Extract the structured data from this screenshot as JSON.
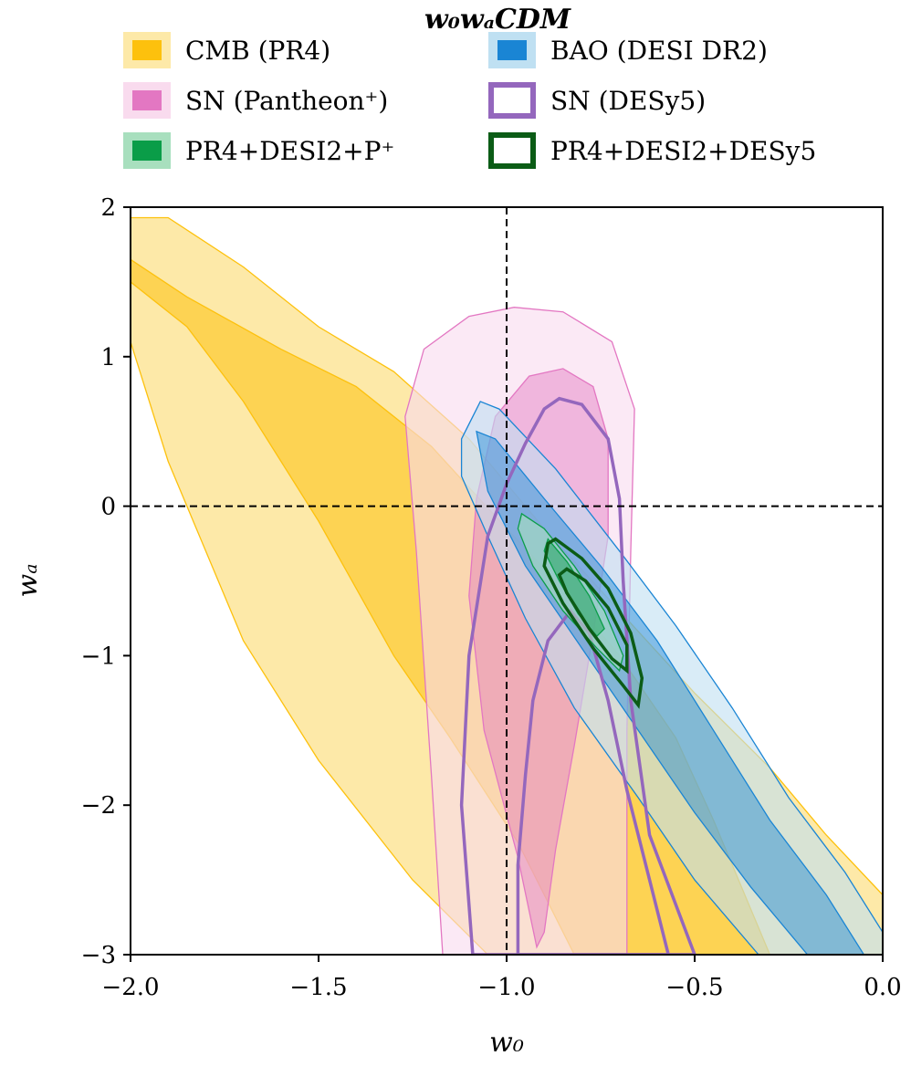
{
  "chart_data": {
    "type": "contour",
    "title": "w₀wₐCDM",
    "xlabel": "w₀",
    "ylabel": "wₐ",
    "xlim": [
      -2.0,
      0.0
    ],
    "ylim": [
      -3,
      2
    ],
    "xticks": [
      "−2.0",
      "−1.5",
      "−1.0",
      "−0.5",
      "0.0"
    ],
    "xtick_values": [
      -2.0,
      -1.5,
      -1.0,
      -0.5,
      0.0
    ],
    "yticks": [
      "−3",
      "−2",
      "−1",
      "0",
      "1",
      "2"
    ],
    "ytick_values": [
      -3,
      -2,
      -1,
      0,
      1,
      2
    ],
    "reference_lines": {
      "w0": -1.0,
      "wa": 0.0,
      "style": "dashed"
    },
    "legend_placement": "top, two columns",
    "series": [
      {
        "name": "CMB (PR4)",
        "style": "filled",
        "color": "#fdc10d",
        "light_color": "#fde9a8",
        "contours": {
          "outer": [
            [
              -2.0,
              1.93
            ],
            [
              -1.9,
              1.93
            ],
            [
              -1.7,
              1.6
            ],
            [
              -1.5,
              1.2
            ],
            [
              -1.3,
              0.9
            ],
            [
              -1.1,
              0.45
            ],
            [
              -0.9,
              -0.15
            ],
            [
              -0.7,
              -0.7
            ],
            [
              -0.5,
              -1.25
            ],
            [
              -0.3,
              -1.75
            ],
            [
              -0.15,
              -2.2
            ],
            [
              0.0,
              -2.6
            ],
            [
              0.0,
              -3.0
            ],
            [
              -1.05,
              -3.0
            ],
            [
              -1.25,
              -2.5
            ],
            [
              -1.5,
              -1.7
            ],
            [
              -1.7,
              -0.9
            ],
            [
              -1.9,
              0.3
            ],
            [
              -2.0,
              1.1
            ]
          ],
          "inner": [
            [
              -2.0,
              1.65
            ],
            [
              -1.85,
              1.4
            ],
            [
              -1.6,
              1.05
            ],
            [
              -1.4,
              0.8
            ],
            [
              -1.2,
              0.4
            ],
            [
              -1.0,
              -0.15
            ],
            [
              -0.85,
              -0.55
            ],
            [
              -0.7,
              -1.0
            ],
            [
              -0.55,
              -1.55
            ],
            [
              -0.45,
              -2.1
            ],
            [
              -0.3,
              -3.0
            ],
            [
              -0.82,
              -3.0
            ],
            [
              -0.97,
              -2.25
            ],
            [
              -1.15,
              -1.55
            ],
            [
              -1.3,
              -1.0
            ],
            [
              -1.5,
              -0.1
            ],
            [
              -1.7,
              0.7
            ],
            [
              -1.85,
              1.2
            ],
            [
              -2.0,
              1.5
            ]
          ]
        }
      },
      {
        "name": "SN (Pantheon⁺)",
        "style": "filled",
        "color": "#e377c2",
        "light_color": "#f9dbee",
        "contours": {
          "outer": [
            [
              -1.17,
              -3.0
            ],
            [
              -1.2,
              -1.8
            ],
            [
              -1.24,
              -0.3
            ],
            [
              -1.27,
              0.6
            ],
            [
              -1.22,
              1.05
            ],
            [
              -1.1,
              1.27
            ],
            [
              -0.98,
              1.33
            ],
            [
              -0.85,
              1.3
            ],
            [
              -0.72,
              1.1
            ],
            [
              -0.66,
              0.65
            ],
            [
              -0.67,
              -0.3
            ],
            [
              -0.68,
              -1.5
            ],
            [
              -0.68,
              -3.0
            ]
          ],
          "inner": [
            [
              -0.92,
              -2.95
            ],
            [
              -0.97,
              -2.35
            ],
            [
              -1.06,
              -1.5
            ],
            [
              -1.1,
              -0.6
            ],
            [
              -1.08,
              0.05
            ],
            [
              -1.03,
              0.6
            ],
            [
              -0.94,
              0.87
            ],
            [
              -0.85,
              0.92
            ],
            [
              -0.77,
              0.8
            ],
            [
              -0.73,
              0.45
            ],
            [
              -0.73,
              -0.2
            ],
            [
              -0.77,
              -0.85
            ],
            [
              -0.82,
              -1.6
            ],
            [
              -0.87,
              -2.3
            ],
            [
              -0.9,
              -2.85
            ]
          ]
        }
      },
      {
        "name": "BAO (DESI DR2)",
        "style": "filled",
        "color": "#1a85d4",
        "light_color": "#bfe0f2",
        "contours": {
          "outer": [
            [
              -1.12,
              0.45
            ],
            [
              -1.07,
              0.7
            ],
            [
              -1.02,
              0.65
            ],
            [
              -0.87,
              0.25
            ],
            [
              -0.7,
              -0.3
            ],
            [
              -0.55,
              -0.8
            ],
            [
              -0.4,
              -1.35
            ],
            [
              -0.25,
              -1.95
            ],
            [
              -0.1,
              -2.45
            ],
            [
              0.0,
              -2.85
            ],
            [
              0.0,
              -3.0
            ],
            [
              -0.33,
              -3.0
            ],
            [
              -0.5,
              -2.5
            ],
            [
              -0.65,
              -1.95
            ],
            [
              -0.82,
              -1.35
            ],
            [
              -0.95,
              -0.75
            ],
            [
              -1.05,
              -0.2
            ],
            [
              -1.12,
              0.2
            ]
          ],
          "inner": [
            [
              -1.08,
              0.5
            ],
            [
              -1.03,
              0.45
            ],
            [
              -0.9,
              0.05
            ],
            [
              -0.75,
              -0.4
            ],
            [
              -0.6,
              -0.9
            ],
            [
              -0.45,
              -1.5
            ],
            [
              -0.3,
              -2.1
            ],
            [
              -0.15,
              -2.6
            ],
            [
              -0.05,
              -3.0
            ],
            [
              -0.2,
              -3.0
            ],
            [
              -0.35,
              -2.55
            ],
            [
              -0.5,
              -2.05
            ],
            [
              -0.65,
              -1.5
            ],
            [
              -0.8,
              -0.95
            ],
            [
              -0.95,
              -0.4
            ],
            [
              -1.05,
              0.1
            ]
          ]
        }
      },
      {
        "name": "SN (DESy5)",
        "style": "unfilled",
        "color": "#9467bd",
        "contours": {
          "outer": [
            [
              -1.09,
              -3.0
            ],
            [
              -1.12,
              -2.0
            ],
            [
              -1.1,
              -1.0
            ],
            [
              -1.05,
              -0.2
            ],
            [
              -1.0,
              0.15
            ],
            [
              -0.95,
              0.42
            ],
            [
              -0.9,
              0.65
            ],
            [
              -0.86,
              0.72
            ],
            [
              -0.8,
              0.68
            ],
            [
              -0.73,
              0.45
            ],
            [
              -0.7,
              0.05
            ],
            [
              -0.69,
              -0.5
            ],
            [
              -0.67,
              -1.3
            ],
            [
              -0.62,
              -2.2
            ],
            [
              -0.5,
              -3.0
            ]
          ],
          "inner": [
            [
              -0.97,
              -3.0
            ],
            [
              -0.97,
              -2.4
            ],
            [
              -0.95,
              -1.8
            ],
            [
              -0.93,
              -1.3
            ],
            [
              -0.89,
              -0.9
            ],
            [
              -0.83,
              -0.7
            ],
            [
              -0.78,
              -0.85
            ],
            [
              -0.73,
              -1.3
            ],
            [
              -0.68,
              -1.9
            ],
            [
              -0.62,
              -2.5
            ],
            [
              -0.57,
              -3.0
            ]
          ]
        }
      },
      {
        "name": "PR4+DESI2+P⁺",
        "style": "filled",
        "color": "#0a9d48",
        "light_color": "#a8dfbe",
        "contours": {
          "outer": [
            [
              -0.96,
              -0.05
            ],
            [
              -0.9,
              -0.15
            ],
            [
              -0.82,
              -0.4
            ],
            [
              -0.74,
              -0.7
            ],
            [
              -0.69,
              -1.0
            ],
            [
              -0.7,
              -1.1
            ],
            [
              -0.76,
              -0.95
            ],
            [
              -0.85,
              -0.7
            ],
            [
              -0.93,
              -0.4
            ],
            [
              -0.97,
              -0.15
            ]
          ],
          "inner": [
            [
              -0.89,
              -0.22
            ],
            [
              -0.84,
              -0.37
            ],
            [
              -0.78,
              -0.6
            ],
            [
              -0.74,
              -0.82
            ],
            [
              -0.76,
              -0.87
            ],
            [
              -0.81,
              -0.72
            ],
            [
              -0.86,
              -0.5
            ],
            [
              -0.9,
              -0.3
            ]
          ]
        }
      },
      {
        "name": "PR4+DESI2+DESy5",
        "style": "unfilled",
        "color": "#0b5c16",
        "contours": {
          "outer": [
            [
              -0.87,
              -0.22
            ],
            [
              -0.8,
              -0.35
            ],
            [
              -0.73,
              -0.55
            ],
            [
              -0.67,
              -0.85
            ],
            [
              -0.64,
              -1.15
            ],
            [
              -0.65,
              -1.33
            ],
            [
              -0.69,
              -1.2
            ],
            [
              -0.77,
              -0.95
            ],
            [
              -0.85,
              -0.65
            ],
            [
              -0.9,
              -0.4
            ],
            [
              -0.89,
              -0.25
            ]
          ],
          "inner": [
            [
              -0.84,
              -0.42
            ],
            [
              -0.79,
              -0.5
            ],
            [
              -0.73,
              -0.68
            ],
            [
              -0.68,
              -0.93
            ],
            [
              -0.68,
              -1.1
            ],
            [
              -0.72,
              -1.02
            ],
            [
              -0.78,
              -0.82
            ],
            [
              -0.84,
              -0.58
            ],
            [
              -0.86,
              -0.46
            ]
          ]
        }
      }
    ]
  }
}
